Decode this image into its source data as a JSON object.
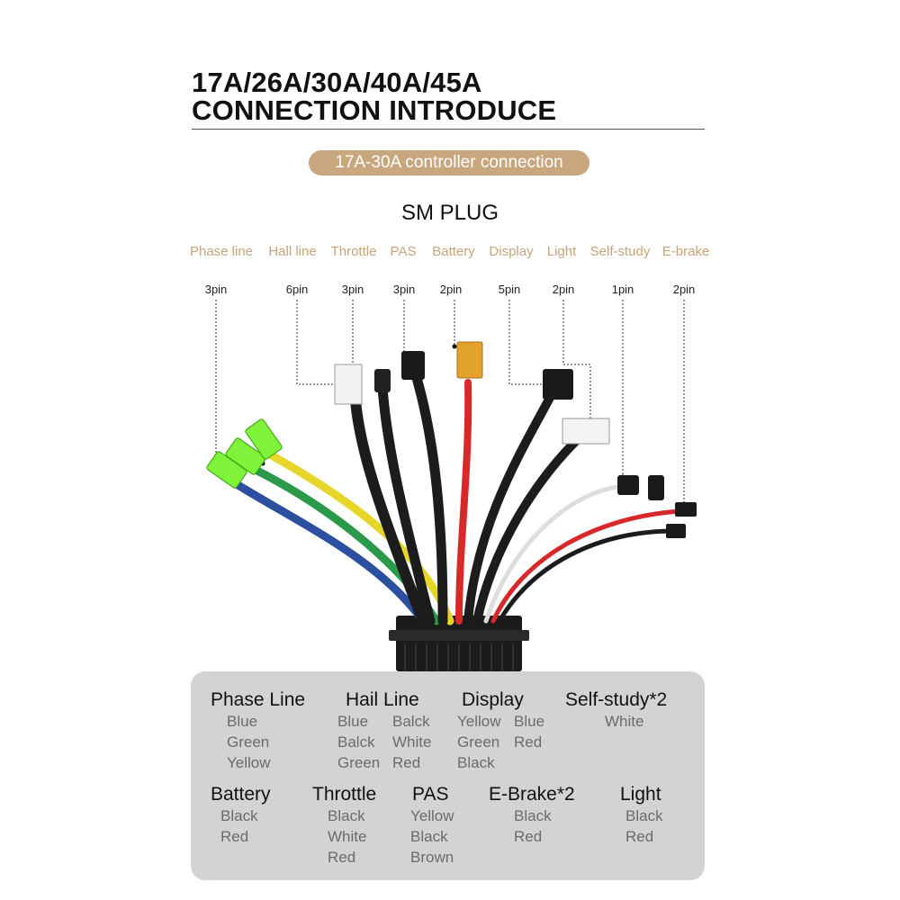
{
  "header": {
    "title_line1": "17A/26A/30A/40A/45A",
    "title_line2": "CONNECTION INTRODUCE",
    "subtitle": "17A-30A controller connection",
    "plug_label": "SM PLUG"
  },
  "categories": [
    "Phase line",
    "Hall line",
    "Throttle",
    "PAS",
    "Battery",
    "Display",
    "Light",
    "Self-study",
    "E-brake"
  ],
  "pins": [
    "3pin",
    "6pin",
    "3pin",
    "3pin",
    "2pin",
    "5pin",
    "2pin",
    "1pin",
    "2pin"
  ],
  "colors": {
    "accent": "#c9a77e",
    "category_text": "#c8a47a",
    "panel_bg": "#d3d3d3",
    "item_text": "#6b6b6b"
  },
  "legend": {
    "phase": {
      "title": "Phase Line",
      "col1": [
        "Blue",
        "Green",
        "Yellow"
      ]
    },
    "hall": {
      "title": "Hail Line",
      "col1": [
        "Blue",
        "Balck",
        "Green"
      ],
      "col2": [
        "Balck",
        "White",
        "Red"
      ]
    },
    "display": {
      "title": "Display",
      "col1": [
        "Yellow",
        "Green",
        "Black"
      ],
      "col2": [
        "Blue",
        "Red"
      ]
    },
    "selfstudy": {
      "title": "Self-study*2",
      "col1": [
        "White"
      ]
    },
    "battery": {
      "title": "Battery",
      "col1": [
        "Black",
        "Red"
      ]
    },
    "throttle": {
      "title": "Throttle",
      "col1": [
        "Black",
        "White",
        "Red"
      ]
    },
    "pas": {
      "title": "PAS",
      "col1": [
        "Yellow",
        "Black",
        "Brown"
      ]
    },
    "ebrake": {
      "title": "E-Brake*2",
      "col1": [
        "Black",
        "Red"
      ]
    },
    "light": {
      "title": "Light",
      "col1": [
        "Black",
        "Red"
      ]
    }
  }
}
